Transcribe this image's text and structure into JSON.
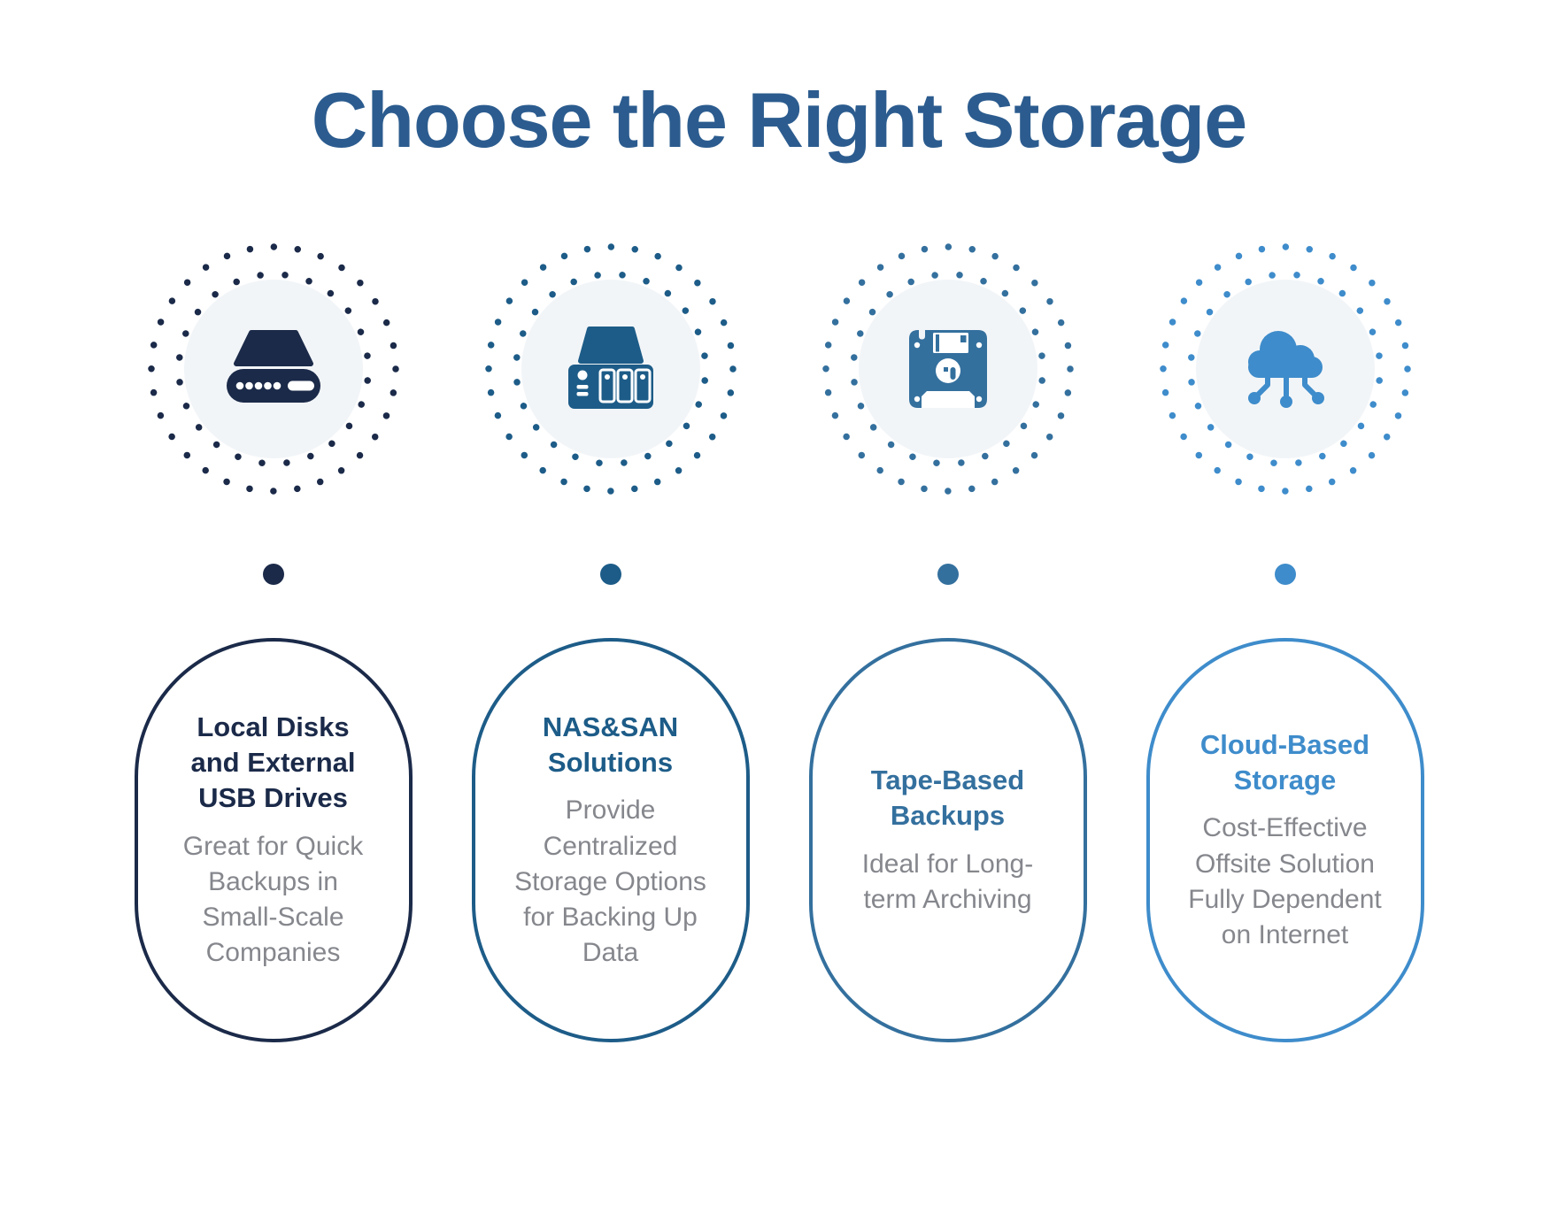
{
  "page": {
    "title": "Choose the Right Storage",
    "background": "#FFFFFF"
  },
  "palette": {
    "heading_text": "#2C5C8F",
    "description_text": "#85878D",
    "icon_disc_bg": "#F2F5F8"
  },
  "columns": [
    {
      "title": "Local Disks and External USB Drives",
      "description": "Great for Quick Backups in Small-Scale Companies",
      "accent": "#1B2A49",
      "icon": "external-hard-drive-icon"
    },
    {
      "title": "NAS&SAN Solutions",
      "description": "Provide Centralized Storage Options for Backing Up Data",
      "accent": "#1D5C88",
      "icon": "nas-server-icon"
    },
    {
      "title": "Tape-Based Backups",
      "description": "Ideal for Long-term Archiving",
      "accent": "#34709E",
      "icon": "floppy-disk-icon"
    },
    {
      "title": "Cloud-Based Storage",
      "description": "Cost-Effective Offsite Solution Fully Dependent on Internet",
      "accent": "#3E8CCB",
      "icon": "cloud-network-icon"
    }
  ]
}
